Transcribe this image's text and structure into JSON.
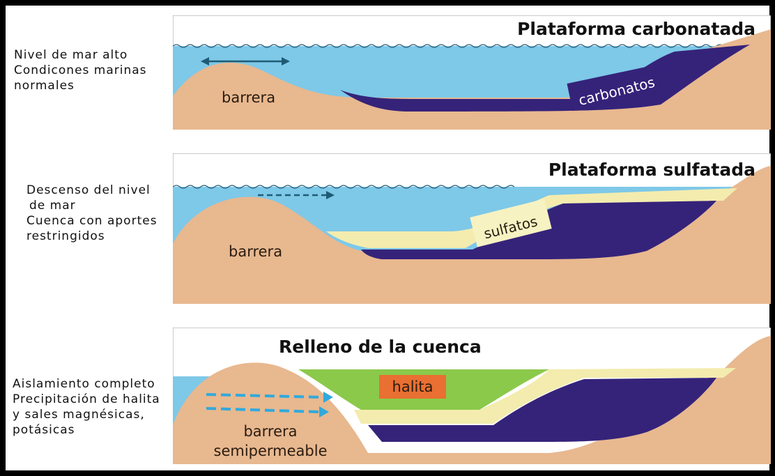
{
  "colors": {
    "sky": "#ffffff",
    "water": "#7ec8e8",
    "sand": "#e8b88f",
    "carbonate": "#35237a",
    "sulfate": "#f3ecae",
    "halite_fill": "#8bc94a",
    "halite_box": "#e96f32",
    "arrow_dark": "#1f5b74",
    "arrow_light": "#31a9dd",
    "waves": "#2a5e7a"
  },
  "panels": [
    {
      "title": "Plataforma carbonatada",
      "side_text": [
        "Nivel de mar alto",
        "Condicones marinas",
        "normales"
      ],
      "barrier_label": [
        "barrera"
      ],
      "deposit_labels": [
        "carbonatos"
      ]
    },
    {
      "title": "Plataforma sulfatada",
      "side_text": [
        "Descenso del nivel",
        "de mar",
        "Cuenca con aportes",
        "restringidos"
      ],
      "barrier_label": [
        "barrera"
      ],
      "deposit_labels": [
        "sulfatos"
      ]
    },
    {
      "title": "Relleno de la cuenca",
      "side_text": [
        "Aislamiento completo",
        "Precipitación de halita",
        "y sales magnésicas,",
        "potásicas"
      ],
      "barrier_label": [
        "barrera",
        "semipermeable"
      ],
      "deposit_labels": [
        "halita"
      ]
    }
  ]
}
